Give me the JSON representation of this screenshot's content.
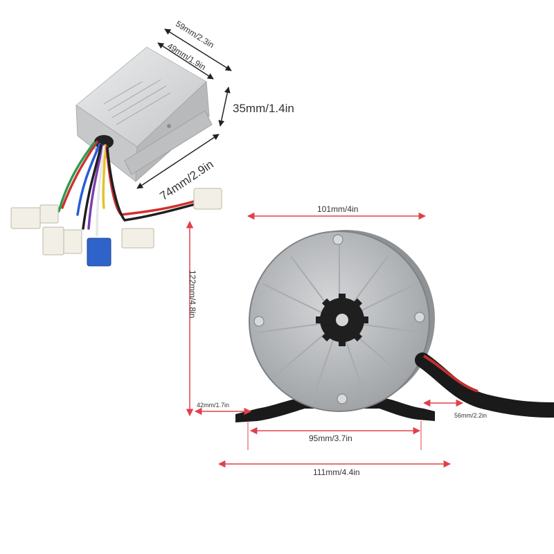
{
  "dimensions": {
    "controller_length": "59mm/2.3in",
    "controller_inner_length": "49mm/1.9in",
    "controller_height": "35mm/1.4in",
    "controller_width": "74mm/2.9in",
    "motor_width": "101mm/4in",
    "motor_height": "122mm/4.8in",
    "bracket_hole_height": "42mm/1.7in",
    "bracket_slot_width": "56mm/2.2in",
    "hole_spacing": "95mm/3.7in",
    "bracket_total_width": "111mm/4.4in"
  },
  "colors": {
    "arrow": "#e0404a",
    "text": "#333333",
    "controller_body": "#d9dadc",
    "motor_face": "#c9cbcd",
    "bracket": "#1a1a1a"
  }
}
